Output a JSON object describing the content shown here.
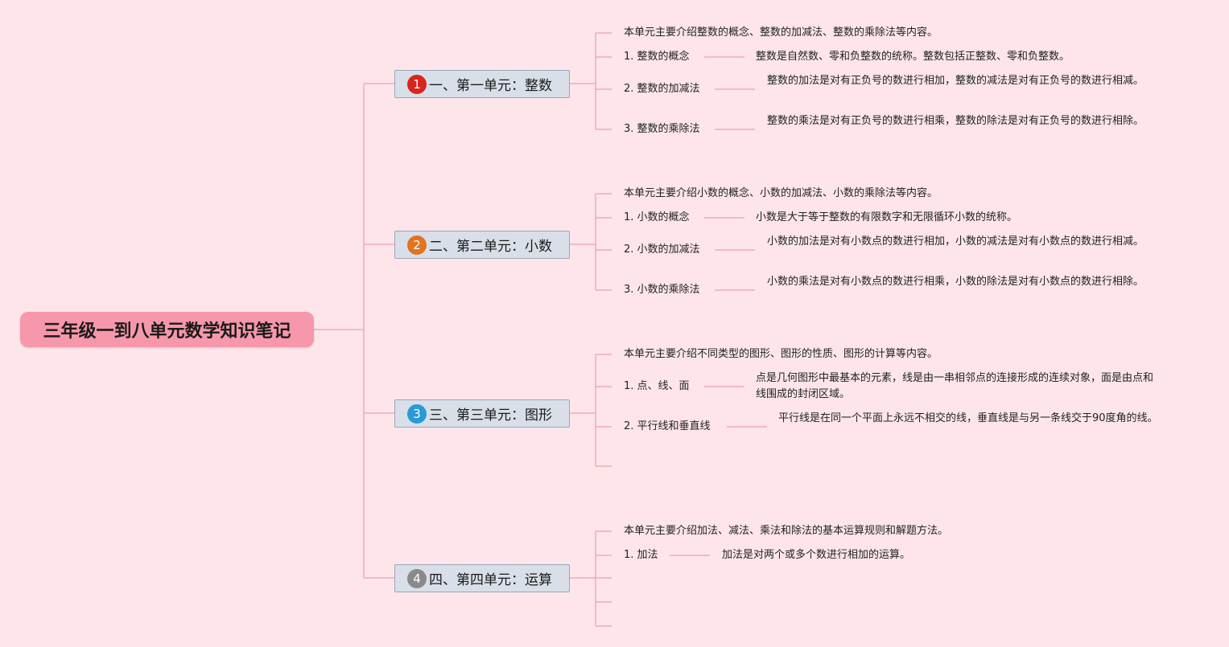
{
  "root": {
    "title": "三年级一到八单元数学知识笔记"
  },
  "units": [
    {
      "badge": "1",
      "badge_color": "#d7261e",
      "title": "一、第一单元：整数",
      "intro": "本单元主要介绍整数的概念、整数的加减法、整数的乘除法等内容。",
      "items": [
        {
          "label": "1. 整数的概念",
          "detail": "整数是自然数、零和负整数的统称。整数包括正整数、零和负整数。"
        },
        {
          "label": "2. 整数的加减法",
          "detail": "整数的加法是对有正负号的数进行相加，整数的减法是对有正负号的数进行相减。"
        },
        {
          "label": "3. 整数的乘除法",
          "detail": "整数的乘法是对有正负号的数进行相乘，整数的除法是对有正负号的数进行相除。"
        }
      ]
    },
    {
      "badge": "2",
      "badge_color": "#e2731f",
      "title": "二、第二单元：小数",
      "intro": "本单元主要介绍小数的概念、小数的加减法、小数的乘除法等内容。",
      "items": [
        {
          "label": "1. 小数的概念",
          "detail": "小数是大于等于整数的有限数字和无限循环小数的统称。"
        },
        {
          "label": "2. 小数的加减法",
          "detail": "小数的加法是对有小数点的数进行相加，小数的减法是对有小数点的数进行相减。"
        },
        {
          "label": "3. 小数的乘除法",
          "detail": "小数的乘法是对有小数点的数进行相乘，小数的除法是对有小数点的数进行相除。"
        }
      ]
    },
    {
      "badge": "3",
      "badge_color": "#2a9ad6",
      "title": "三、第三单元：图形",
      "intro": "本单元主要介绍不同类型的图形、图形的性质、图形的计算等内容。",
      "items": [
        {
          "label": "1. 点、线、面",
          "detail": "点是几何图形中最基本的元素，线是由一串相邻点的连接形成的连续对象，面是由点和线围成的封闭区域。"
        },
        {
          "label": "2. 平行线和垂直线",
          "detail": "平行线是在同一个平面上永远不相交的线，垂直线是与另一条线交于90度角的线。"
        }
      ]
    },
    {
      "badge": "4",
      "badge_color": "#8a8a8a",
      "title": "四、第四单元：运算",
      "intro": "本单元主要介绍加法、减法、乘法和除法的基本运算规则和解题方法。",
      "items": [
        {
          "label": "1. 加法",
          "detail": "加法是对两个或多个数进行相加的运算。"
        }
      ]
    }
  ]
}
